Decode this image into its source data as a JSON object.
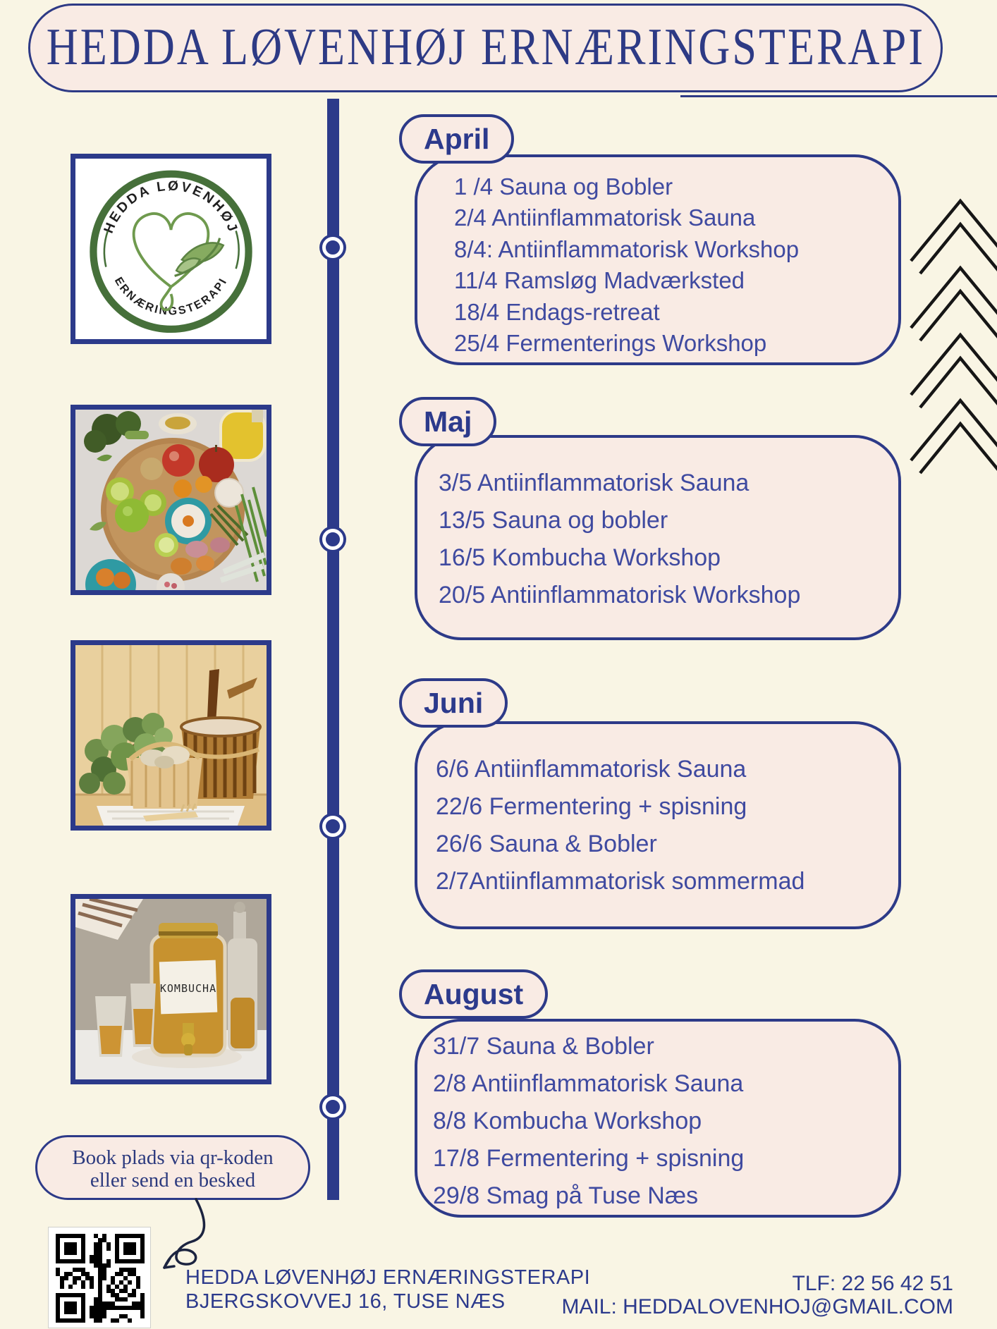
{
  "header": {
    "title": "HEDDA LØVENHØJ ERNÆRINGSTERAPI"
  },
  "logo": {
    "arc_top": "HEDDA LØVENHØJ",
    "arc_bottom": "ERNÆRINGSTERAPI"
  },
  "timeline": {
    "months": [
      {
        "label": "April",
        "events": [
          "1 /4 Sauna og Bobler",
          "2/4 Antiinflammatorisk Sauna",
          "8/4: Antiinflammatorisk Workshop",
          "11/4 Ramsløg Madværksted",
          "18/4 Endags-retreat",
          "25/4 Fermenterings Workshop"
        ]
      },
      {
        "label": "Maj",
        "events": [
          "3/5 Antiinflammatorisk Sauna",
          "13/5 Sauna og bobler",
          "16/5 Kombucha Workshop",
          "20/5 Antiinflammatorisk Workshop"
        ]
      },
      {
        "label": "Juni",
        "events": [
          "6/6 Antiinflammatorisk Sauna",
          "22/6 Fermentering + spisning",
          "26/6 Sauna & Bobler",
          "2/7Antiinflammatorisk sommermad"
        ]
      },
      {
        "label": "August",
        "events": [
          "31/7 Sauna & Bobler",
          "2/8 Antiinflammatorisk Sauna",
          "8/8 Kombucha Workshop",
          "17/8 Fermentering + spisning",
          "29/8 Smag på Tuse Næs"
        ]
      }
    ]
  },
  "booking": {
    "line1": "Book plads via qr-koden",
    "line2": "eller send en besked"
  },
  "kombucha_label": "KOMBUCHA",
  "footer": {
    "business_name": "HEDDA LØVENHØJ ERNÆRINGSTERAPI",
    "address": "BJERGSKOVVEJ 16, TUSE NÆS",
    "phone": "TLF: 22 56 42 51",
    "email": "MAIL: HEDDALOVENHOJ@GMAIL.COM"
  },
  "colors": {
    "background": "#f9f5e4",
    "panel": "#f9ebe4",
    "accent_navy": "#2d3a88",
    "event_text": "#3f4aa0",
    "chevron": "#161616",
    "logo_green": "#46703a"
  }
}
